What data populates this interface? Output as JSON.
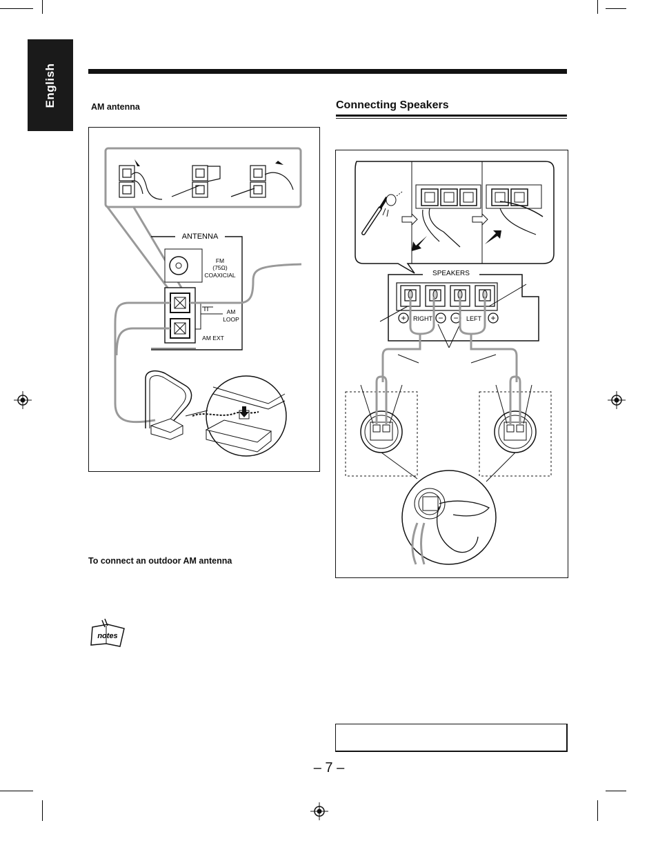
{
  "sidebar": {
    "language_tab": "English"
  },
  "left_column": {
    "am_antenna_heading": "AM antenna",
    "outdoor_heading": "To connect an outdoor AM antenna",
    "notes_label": "notes"
  },
  "right_column": {
    "heading": "Connecting Speakers"
  },
  "antenna_panel": {
    "title": "ANTENNA",
    "fm_line1": "FM",
    "fm_line2": "(75Ω)",
    "fm_line3": "COAXICIAL",
    "am_loop_line1": "AM",
    "am_loop_line2": "LOOP",
    "am_ext": "AM EXT"
  },
  "speaker_panel": {
    "title": "SPEAKERS",
    "right_label": "RIGHT",
    "left_label": "LEFT",
    "plus_sign": "+",
    "minus_sign": "−"
  },
  "footer": {
    "page_number": "– 7 –"
  }
}
